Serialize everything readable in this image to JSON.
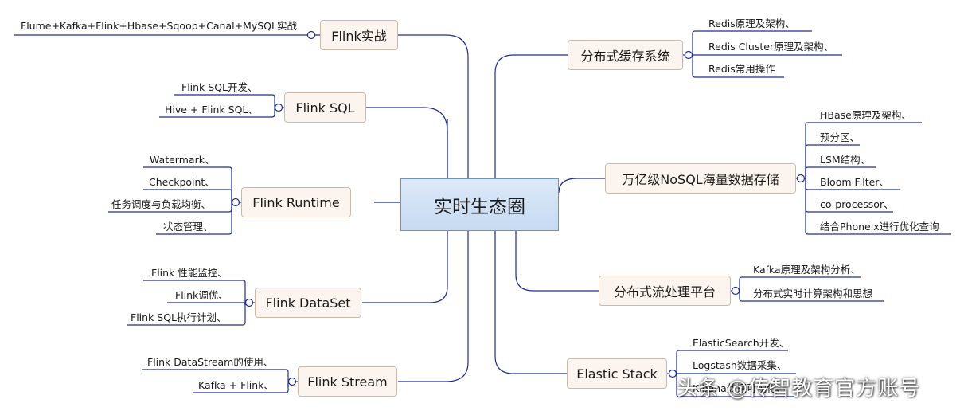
{
  "center": "实时生态圈",
  "left": [
    {
      "title": "Flink实战",
      "items": [
        "Flume+Kafka+Flink+Hbase+Sqoop+Canal+MySQL实战"
      ]
    },
    {
      "title": "Flink SQL",
      "items": [
        "Flink SQL开发、",
        "Hive + Flink SQL、"
      ]
    },
    {
      "title": "Flink Runtime",
      "items": [
        "Watermark、",
        "Checkpoint、",
        "任务调度与负载均衡、",
        "状态管理、"
      ]
    },
    {
      "title": "Flink DataSet",
      "items": [
        "Flink 性能监控、",
        "Flink调优、",
        "Flink SQL执行计划、"
      ]
    },
    {
      "title": "Flink Stream",
      "items": [
        "Flink DataStream的使用、",
        "Kafka + Flink、"
      ]
    }
  ],
  "right": [
    {
      "title": "分布式缓存系统",
      "items": [
        "Redis原理及架构、",
        "Redis Cluster原理及架构、",
        "Redis常用操作"
      ]
    },
    {
      "title": "万亿级NoSQL海量数据存储",
      "items": [
        "HBase原理及架构、",
        "预分区、",
        "LSM结构、",
        "Bloom Filter、",
        "co-processor、",
        "结合Phoneix进行优化查询"
      ]
    },
    {
      "title": "分布式流处理平台",
      "items": [
        "Kafka原理及架构分析、",
        "分布式实时计算架构和思想"
      ]
    },
    {
      "title": "Elastic Stack",
      "items": [
        "ElasticSearch开发、",
        "Logstash数据采集、",
        "Kibana数据可视化、"
      ]
    }
  ],
  "watermark": "头条 @传智教育官方账号",
  "colors": {
    "line": "#1f2d8a",
    "node_bg": "#fcf5ef",
    "node_border": "#c8b9a9",
    "center_border": "#6d93c4"
  }
}
